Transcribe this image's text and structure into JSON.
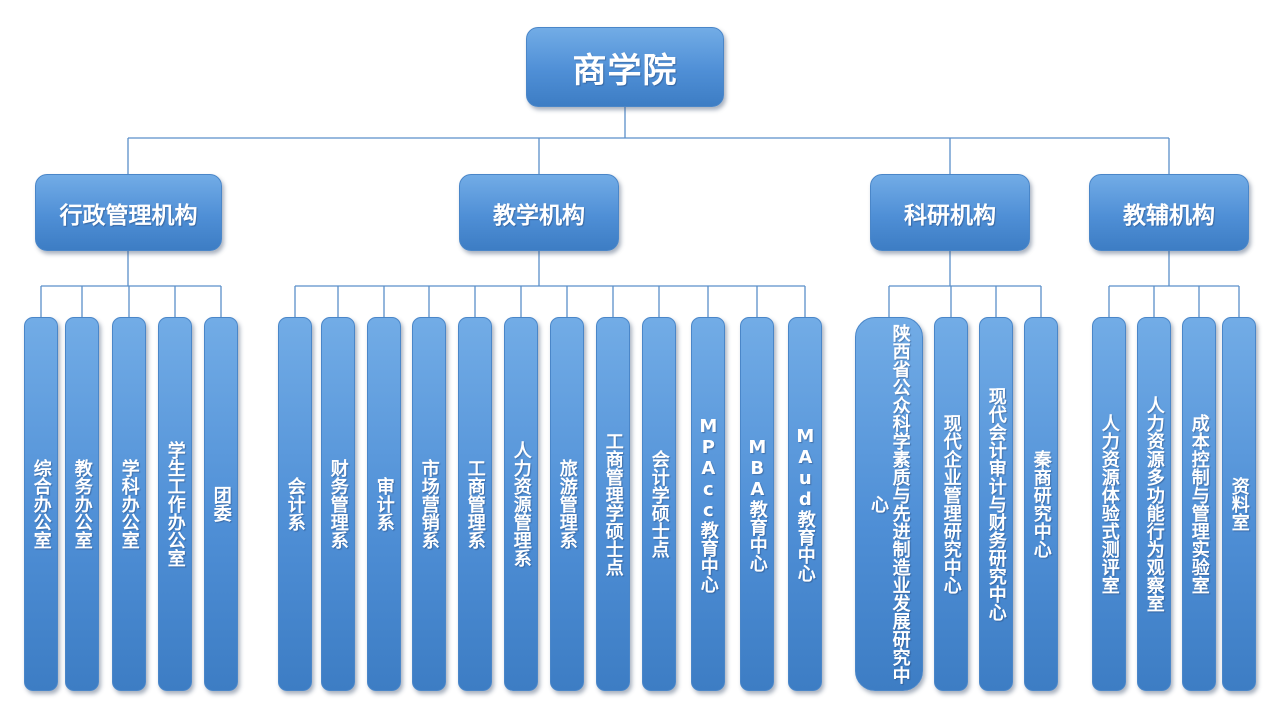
{
  "root": {
    "label": "商学院"
  },
  "categories": [
    {
      "label": "行政管理机构",
      "children": [
        "综合办公室",
        "教务办公室",
        "学科办公室",
        "学生工作办公室",
        "团委"
      ]
    },
    {
      "label": "教学机构",
      "children": [
        "会计系",
        "财务管理系",
        "审计系",
        "市场营销系",
        "工商管理系",
        "人力资源管理系",
        "旅游管理系",
        "工商管理学硕士点",
        "会计学硕士点",
        "MPAcc教育中心",
        "MBA教育中心",
        "MAud教育中心"
      ]
    },
    {
      "label": "科研机构",
      "children": [
        "陕西省公众科学素质与先进制造业发展研究中心",
        "现代企业管理研究中心",
        "现代会计审计与财务研究中心",
        "秦商研究中心"
      ]
    },
    {
      "label": "教辅机构",
      "children": [
        "人力资源体验式测评室",
        "人力资源多功能行为观察室",
        "成本控制与管理实验室",
        "资料室"
      ]
    }
  ],
  "colors": {
    "node_fill": "#5b9bdf",
    "node_border": "#4a86c8",
    "connector": "#5b8fc9",
    "text": "#ffffff"
  }
}
